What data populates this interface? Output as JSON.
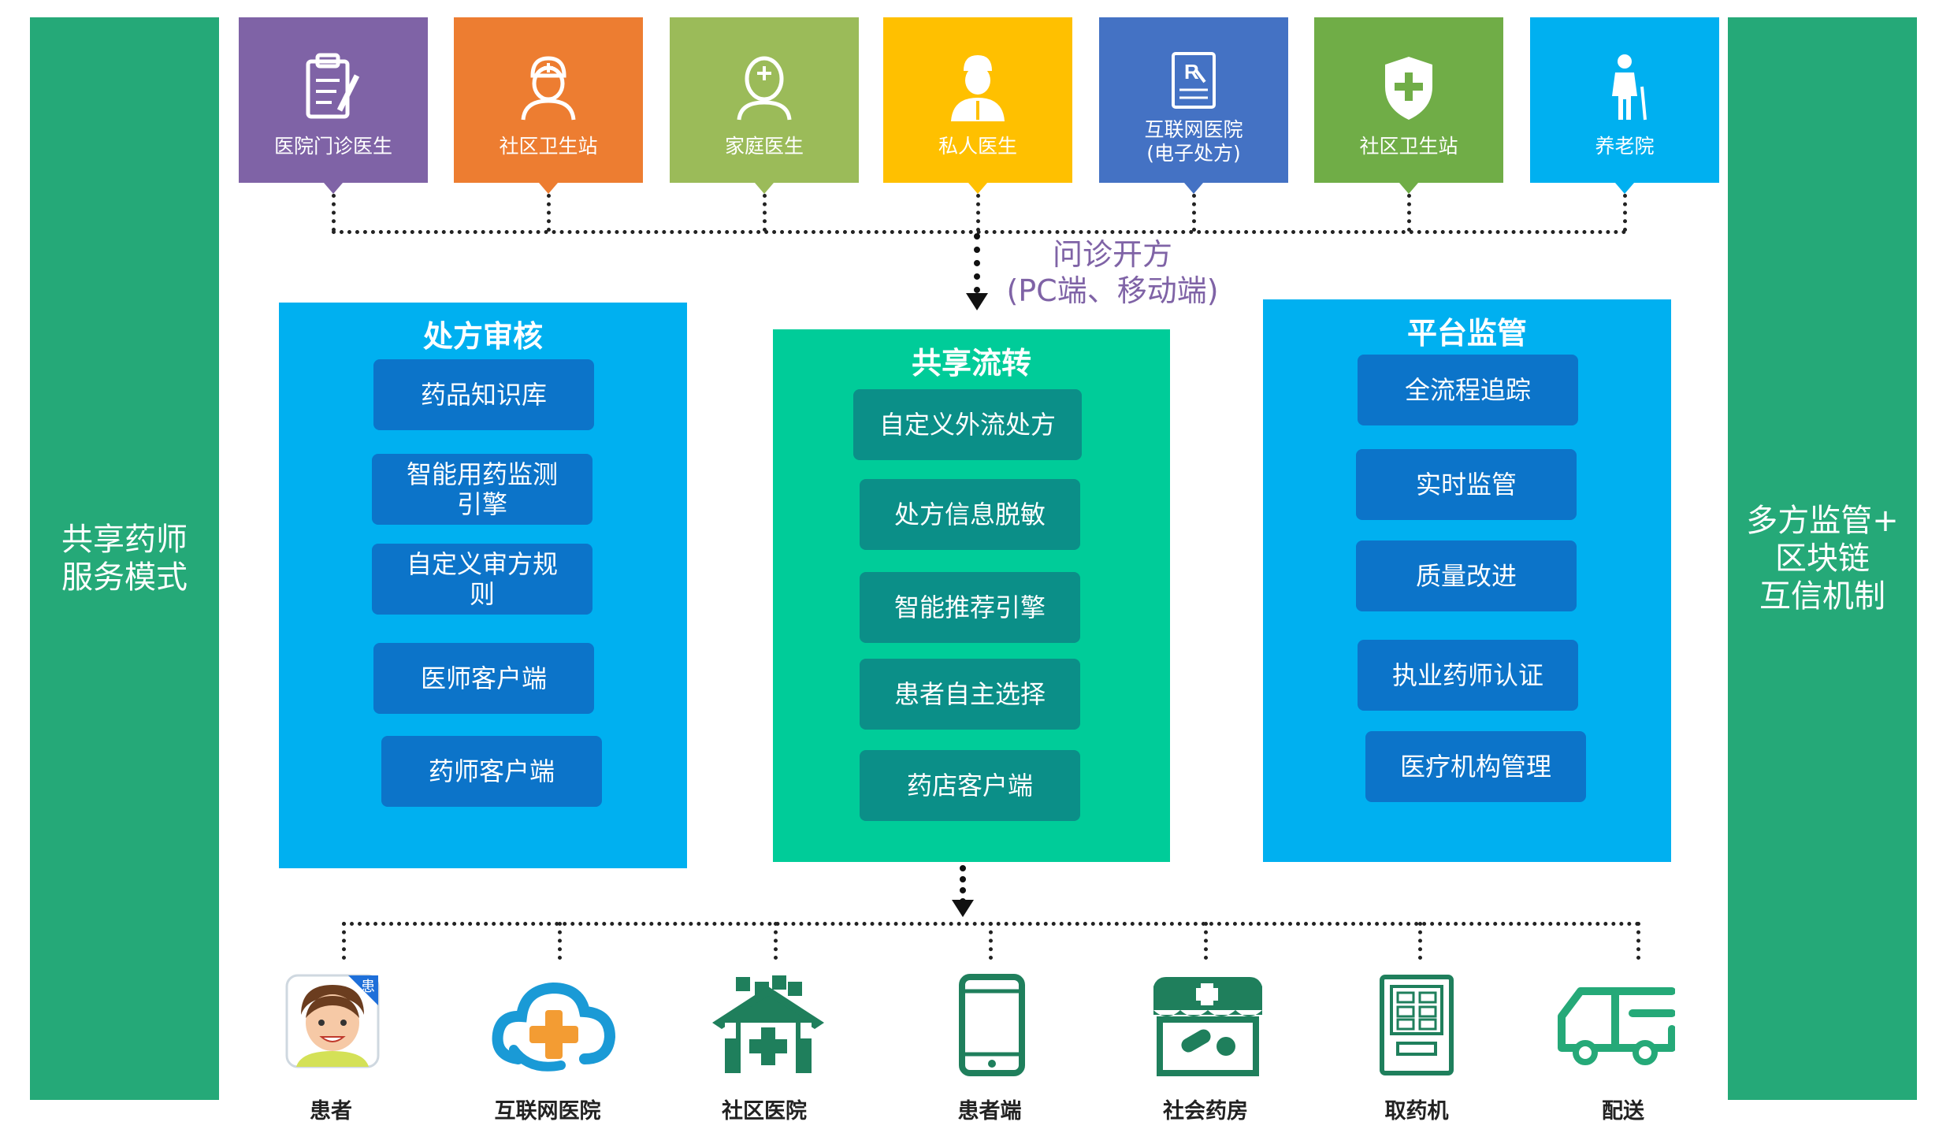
{
  "left_panel": [
    "共享药师",
    "服务模式"
  ],
  "right_panel": [
    "多方监管+",
    "区块链",
    "互信机制"
  ],
  "sources": [
    {
      "label": "医院门诊医生",
      "color": "#7f63a6",
      "icon": "clipboard-icon"
    },
    {
      "label": "社区卫生站",
      "color": "#ed7d31",
      "icon": "nurse-icon"
    },
    {
      "label": "家庭医生",
      "color": "#9bbb59",
      "icon": "doctor-icon"
    },
    {
      "label": "私人医生",
      "color": "#ffc000",
      "icon": "physician-icon"
    },
    {
      "label": "互联网医院",
      "sub": "(电子处方)",
      "color": "#4472c4",
      "icon": "prescription-icon"
    },
    {
      "label": "社区卫生站",
      "color": "#70ad47",
      "icon": "shield-plus-icon"
    },
    {
      "label": "养老院",
      "color": "#00b0f0",
      "icon": "elderly-icon"
    }
  ],
  "flow_label": [
    "问诊开方",
    "(PC端、移动端)"
  ],
  "panels": {
    "review": {
      "title": "处方审核",
      "color": "#00b0f0",
      "items": [
        "药品知识库",
        "智能用药监测引擎",
        "自定义审方规则",
        "医师客户端",
        "药师客户端"
      ]
    },
    "share": {
      "title": "共享流转",
      "color": "#00cc99",
      "items": [
        "自定义外流处方",
        "处方信息脱敏",
        "智能推荐引擎",
        "患者自主选择",
        "药店客户端"
      ]
    },
    "supervise": {
      "title": "平台监管",
      "color": "#00b0f0",
      "items": [
        "全流程追踪",
        "实时监管",
        "质量改进",
        "执业药师认证",
        "医疗机构管理"
      ]
    }
  },
  "destinations": [
    {
      "label": "患者",
      "icon": "patient-icon",
      "badge": "患"
    },
    {
      "label": "互联网医院",
      "icon": "cloud-cross-icon"
    },
    {
      "label": "社区医院",
      "icon": "community-hospital-icon"
    },
    {
      "label": "患者端",
      "icon": "phone-icon"
    },
    {
      "label": "社会药房",
      "icon": "pharmacy-icon"
    },
    {
      "label": "取药机",
      "icon": "vending-machine-icon"
    },
    {
      "label": "配送",
      "icon": "delivery-truck-icon"
    }
  ],
  "colors": {
    "green": "#25a978",
    "dark_green": "#1f7f5c",
    "icon_blue": "#1a9ad6",
    "icon_orange": "#f39c33"
  }
}
